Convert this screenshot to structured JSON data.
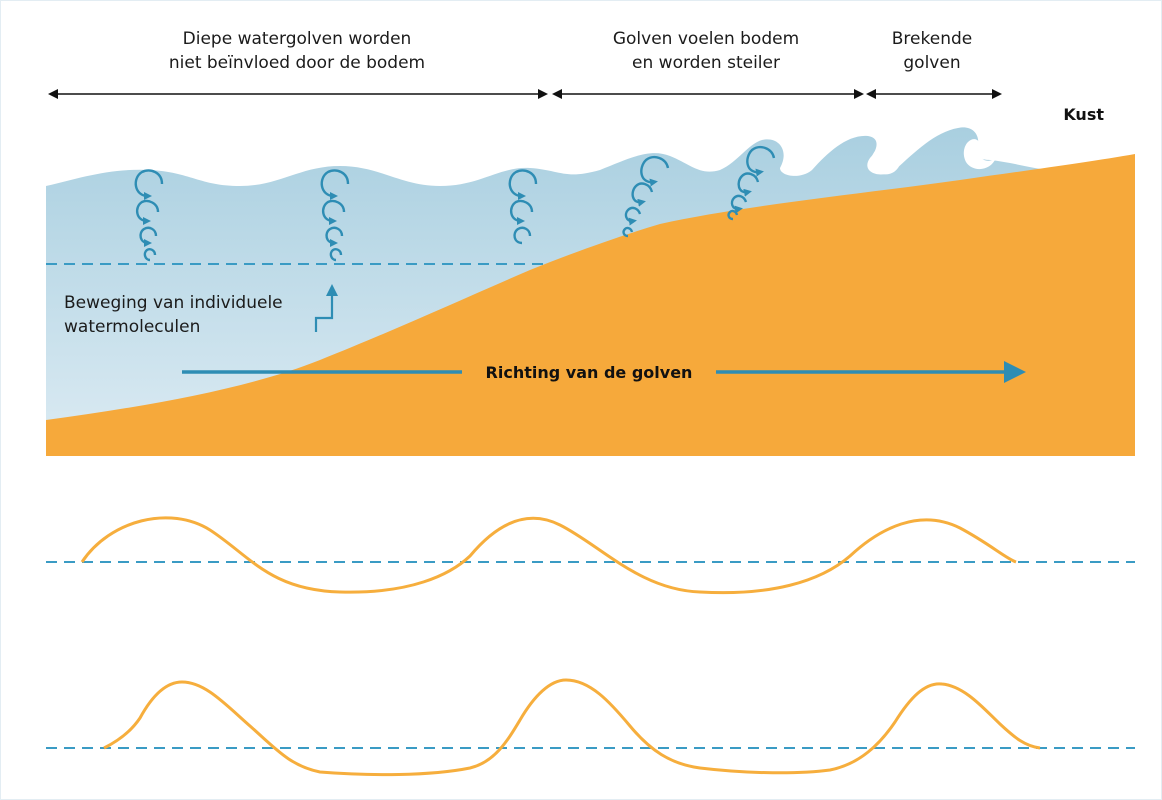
{
  "zones": [
    {
      "line1": "Diepe watergolven worden",
      "line2": "niet beïnvloed door de bodem"
    },
    {
      "line1": "Golven voelen bodem",
      "line2": "en worden steiler"
    },
    {
      "line1": "Brekende",
      "line2": "golven"
    }
  ],
  "coast_label": "Kust",
  "molecule_label": {
    "line1": "Beweging van individuele",
    "line2": "watermoleculen"
  },
  "direction_label": "Richting van de golven",
  "colors": {
    "water_top": "#a9cfe0",
    "water_bottom": "#d9eaf2",
    "sand": "#f6a93b",
    "wave_line": "#f6ae3d",
    "arrow_blue": "#2e8db4",
    "dash_blue": "#3a9bc4",
    "text": "#1b1b1b"
  },
  "icons": {
    "orbit": "circular-orbit-arrow-icon",
    "molecule": "molecule-movement-arrow-icon"
  }
}
